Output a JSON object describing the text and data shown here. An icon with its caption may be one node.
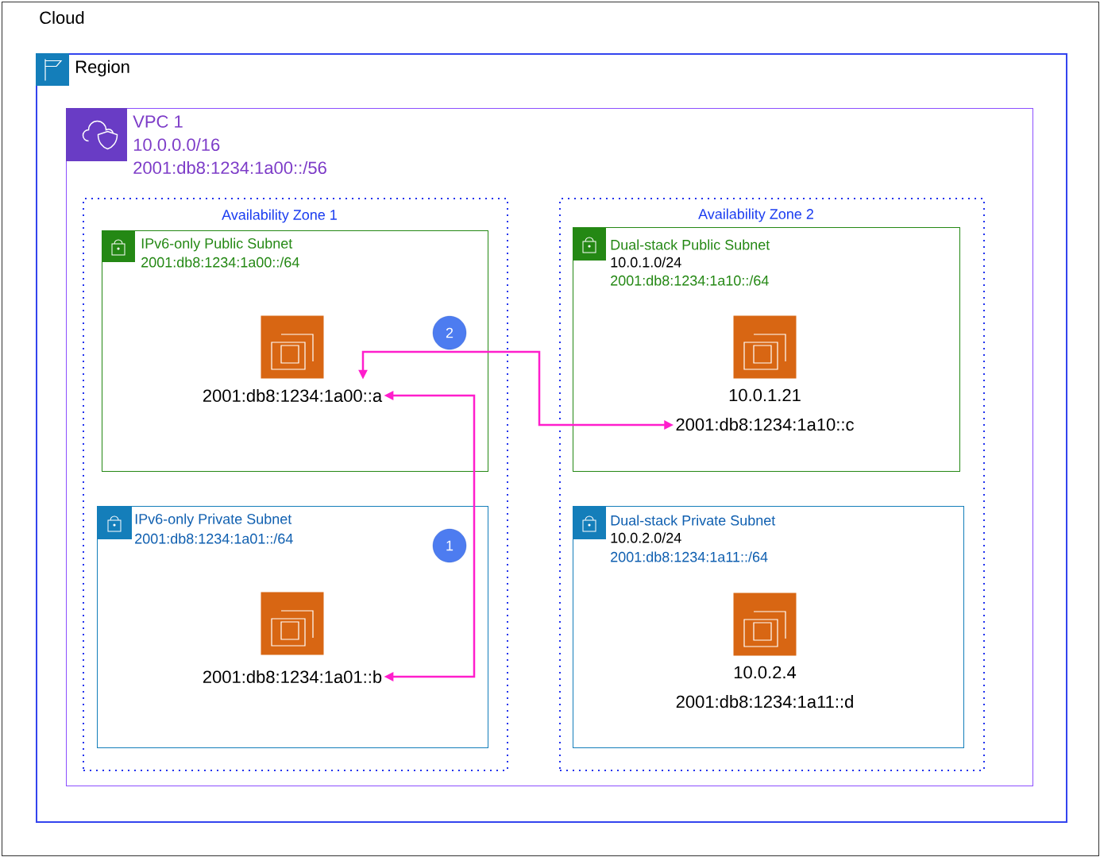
{
  "diagram": {
    "nodes": [
      {
        "text": [
          "Cloud"
        ]
      },
      {
        "text": [
          "Region"
        ],
        "in": 0
      },
      {
        "text": [
          "VPC 1",
          "10.0.0.0/16",
          "2001:db8:1234:1a00::/56"
        ],
        "in": 1
      },
      {
        "text": [
          "Availability Zone 1"
        ],
        "in": 2
      },
      {
        "text": [
          "Availability Zone 2"
        ],
        "in": 2
      },
      {
        "text": [
          "IPv6-only Public Subnet",
          "2001:db8:1234:1a00::/64"
        ],
        "in": 3
      },
      {
        "text": [
          "IPv6-only Private Subnet",
          "2001:db8:1234:1a01::/64"
        ],
        "in": 3
      },
      {
        "text": [
          "Dual-stack Public Subnet",
          "10.0.1.0/24",
          "2001:db8:1234:1a10::/64"
        ],
        "in": 4
      },
      {
        "text": [
          "Dual-stack Private Subnet",
          "10.0.2.0/24",
          "2001:db8:1234:1a11::/64"
        ],
        "in": 4
      },
      {
        "text": [
          "2001:db8:1234:1a00::a"
        ],
        "in": 5
      },
      {
        "text": [
          "2001:db8:1234:1a01::b"
        ],
        "in": 6
      },
      {
        "text": [
          "10.0.1.21",
          "2001:db8:1234:1a10::c"
        ],
        "in": 7
      },
      {
        "text": [
          "10.0.2.4",
          "2001:db8:1234:1a11::d"
        ],
        "in": 8
      }
    ],
    "edges": [
      {
        "from": 10,
        "to": 9,
        "arrow": "both"
      },
      {
        "from": 9,
        "to": 11,
        "arrow": "both"
      }
    ],
    "labels": [
      "2",
      "1"
    ]
  }
}
